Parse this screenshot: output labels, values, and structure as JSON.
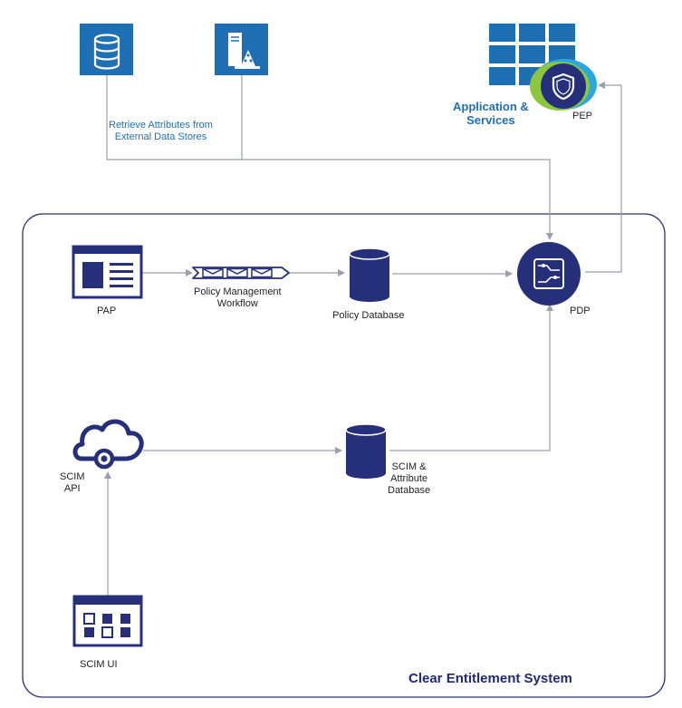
{
  "labels": {
    "retrieve": "Retrieve Attributes from\nExternal Data Stores",
    "app_services": "Application &\nServices",
    "pep": "PEP",
    "pap": "PAP",
    "workflow": "Policy Management\nWorkflow",
    "policy_db": "Policy Database",
    "pdp": "PDP",
    "scim_api": "SCIM\nAPI",
    "scim_db": "SCIM &\nAttribute\nDatabase",
    "scim_ui": "SCIM UI",
    "system_title": "Clear Entitlement System"
  },
  "colors": {
    "navy": "#26307a",
    "azure": "#1f6fb5",
    "connector": "#9aa0aa",
    "pep_green": "#8dc63f",
    "pep_cyan": "#29a8e0"
  },
  "icons": {
    "database_external": "database-icon",
    "server_external": "server-network-icon",
    "app_grid": "app-grid-icon",
    "pep": "shield-icon",
    "pap": "form-window-icon",
    "workflow": "workflow-arrow-icon",
    "policy_db": "cylinder-database-icon",
    "pdp": "circuit-control-icon",
    "scim_api": "cloud-api-icon",
    "scim_db": "cylinder-database-icon",
    "scim_ui": "grid-window-icon"
  }
}
